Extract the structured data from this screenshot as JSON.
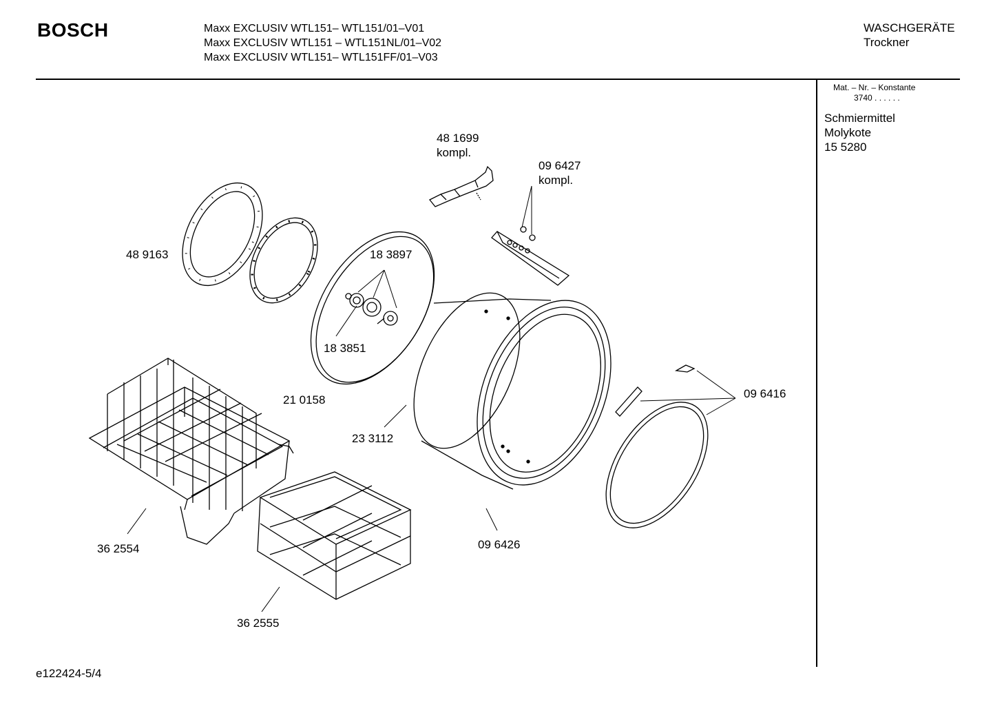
{
  "header": {
    "brand": "BOSCH",
    "models": [
      "Maxx EXCLUSIV WTL151– WTL151/01–V01",
      "Maxx EXCLUSIV WTL151 – WTL151NL/01–V02",
      "Maxx EXCLUSIV WTL151– WTL151FF/01–V03"
    ],
    "category": [
      "WASCHGERÄTE",
      "Trockner"
    ]
  },
  "sidebar": {
    "mat_header": "Mat. – Nr. – Konstante",
    "mat_value": "3740 . . . . . .",
    "lubricant": [
      "Schmiermittel",
      "Molykote",
      "15 5280"
    ]
  },
  "parts": {
    "p481699": "48 1699",
    "p481699_sub": "kompl.",
    "p096427": "09 6427",
    "p096427_sub": "kompl.",
    "p489163": "48 9163",
    "p183897": "18 3897",
    "p183851": "18 3851",
    "p210158": "21 0158",
    "p233112": "23 3112",
    "p096416": "09 6416",
    "p362554": "36 2554",
    "p096426": "09 6426",
    "p362555": "36 2555"
  },
  "footer": {
    "code": "e122424-5/4"
  }
}
